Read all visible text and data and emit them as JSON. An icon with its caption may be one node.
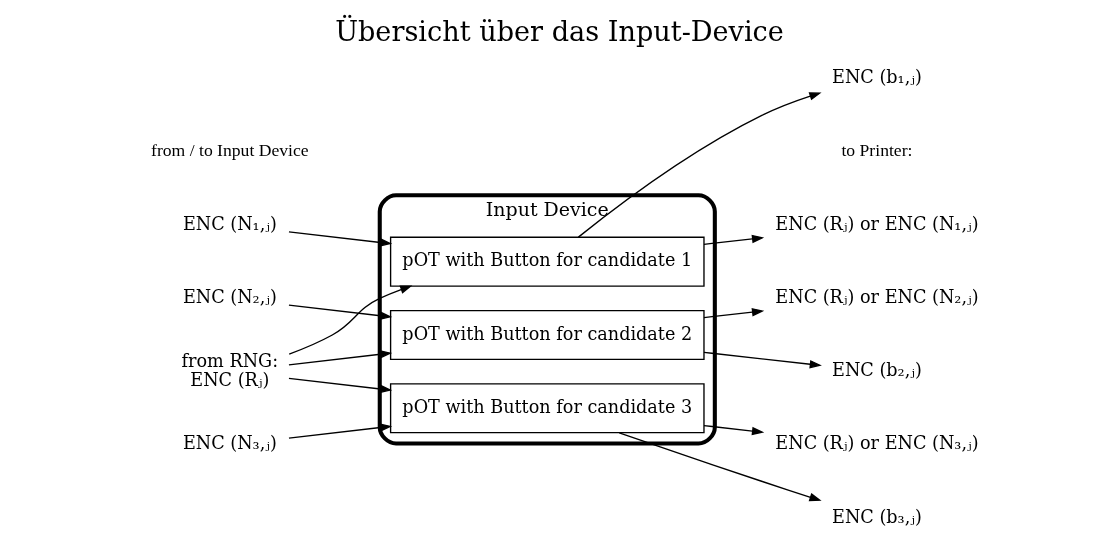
{
  "diagram": {
    "title": "Übersicht über das Input-Device",
    "nodes": [
      {
        "text": [
          "Input Device"
        ]
      },
      {
        "text": [
          "pOT with Button for candidate 1"
        ],
        "in": 0
      },
      {
        "text": [
          "pOT with Button for candidate 2"
        ],
        "in": 0
      },
      {
        "text": [
          "pOT with Button for candidate 3"
        ],
        "in": 0
      },
      {
        "text": [
          "from RNG:",
          "ENC (Rⱼ)"
        ]
      },
      {
        "text": [
          "ENC (N₁,ⱼ)"
        ]
      },
      {
        "text": [
          "ENC (b₁,ⱼ)"
        ]
      },
      {
        "text": [
          "ENC (N₂,ⱼ)"
        ]
      },
      {
        "text": [
          "ENC (b₂,ⱼ)"
        ]
      },
      {
        "text": [
          "ENC (N₃,ⱼ)"
        ]
      },
      {
        "text": [
          "ENC (b₃,ⱼ)"
        ]
      },
      {
        "text": [
          "ENC (Rⱼ) or ENC (N₁,ⱼ)"
        ]
      },
      {
        "text": [
          "ENC (Rⱼ) or ENC (N₂,ⱼ)"
        ]
      },
      {
        "text": [
          "ENC (Rⱼ) or ENC (N₃,ⱼ)"
        ]
      }
    ],
    "edges": [
      {
        "from": 4,
        "to": 1,
        "arrow": "to"
      },
      {
        "from": 4,
        "to": 2,
        "arrow": "to"
      },
      {
        "from": 4,
        "to": 3,
        "arrow": "to"
      },
      {
        "from": 5,
        "to": 1,
        "arrow": "to"
      },
      {
        "from": 1,
        "to": 6,
        "arrow": "to"
      },
      {
        "from": 7,
        "to": 2,
        "arrow": "to"
      },
      {
        "from": 2,
        "to": 8,
        "arrow": "to"
      },
      {
        "from": 9,
        "to": 3,
        "arrow": "to"
      },
      {
        "from": 3,
        "to": 10,
        "arrow": "to"
      },
      {
        "from": 1,
        "to": 11,
        "arrow": "to"
      },
      {
        "from": 2,
        "to": 12,
        "arrow": "to"
      },
      {
        "from": 3,
        "to": 13,
        "arrow": "to"
      }
    ],
    "labels": [
      "from / to Input Device",
      "to Printer:"
    ]
  }
}
